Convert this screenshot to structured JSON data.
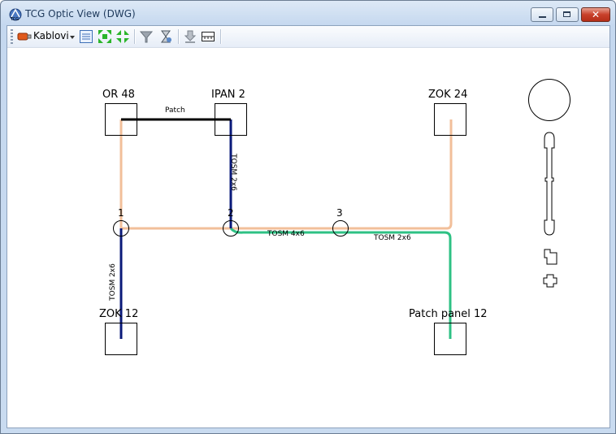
{
  "window": {
    "title": "TCG Optic View (DWG)"
  },
  "toolbar": {
    "kablovi_label": "Kablovi",
    "icons": [
      "cable-icon",
      "list-view-icon",
      "zoom-extents-icon",
      "zoom-fit-icon",
      "filter-icon",
      "hourglass-icon",
      "download-icon",
      "ruler-icon"
    ]
  },
  "diagram": {
    "nodes": {
      "or48": "OR 48",
      "ipan2": "IPAN 2",
      "zok24": "ZOK 24",
      "zok12": "ZOK 12",
      "patch12": "Patch panel 12"
    },
    "junctions": {
      "j1": "1",
      "j2": "2",
      "j3": "3"
    },
    "cables": {
      "patch": "Patch",
      "tosm_vertical_ipan": "TOSM 2x6",
      "tosm_vertical_zok12": "TOSM 2x6",
      "tosm_4x6": "TOSM 4x6",
      "tosm_2x6": "TOSM 2x6"
    },
    "colors": {
      "patch": "#000000",
      "navy": "#0a1a7a",
      "peach": "#f2bf9a",
      "green": "#2ec184"
    }
  }
}
